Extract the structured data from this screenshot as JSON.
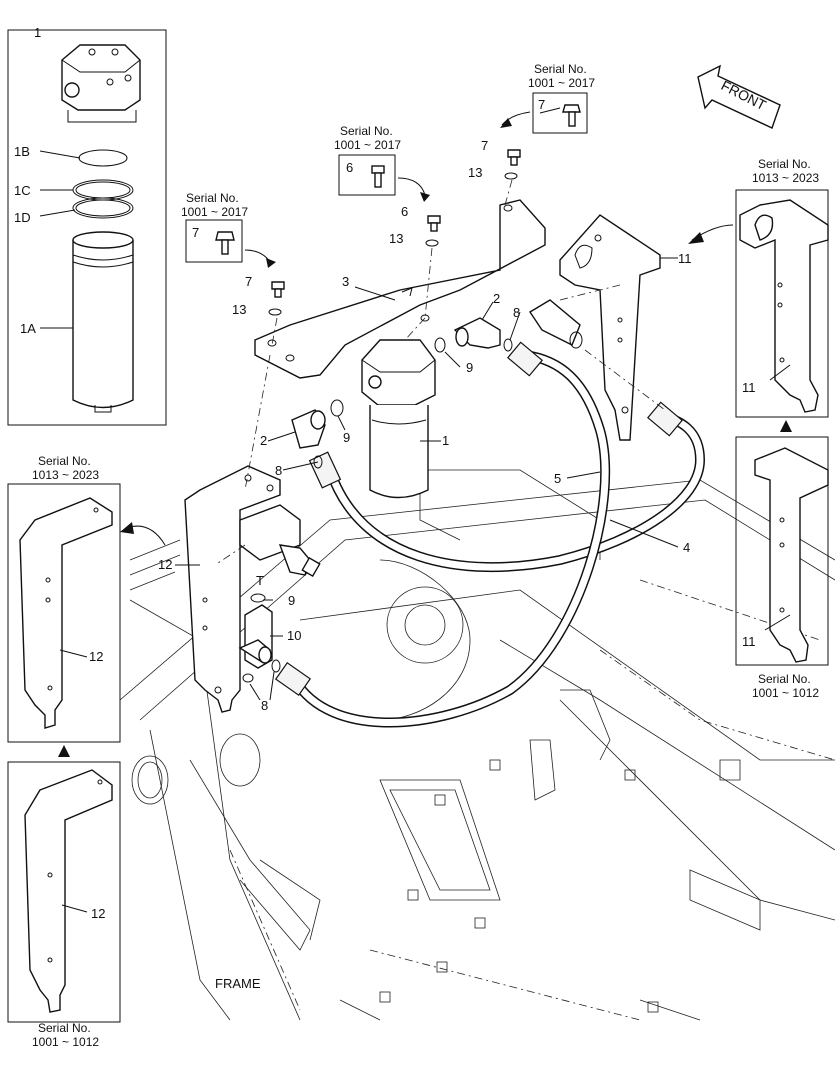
{
  "labels": {
    "p1": "1",
    "p1a": "1A",
    "p1b": "1B",
    "p1c": "1C",
    "p1d": "1D",
    "p2": "2",
    "p3": "3",
    "p4": "4",
    "p5": "5",
    "p6": "6",
    "p7": "7",
    "p8": "8",
    "p9": "9",
    "p10": "10",
    "p11": "11",
    "p12": "12",
    "p13": "13",
    "t": "T"
  },
  "serial": {
    "label": "Serial No.",
    "range_a": "1001 ~ 2017",
    "range_b": "1013 ~ 2023",
    "range_c": "1001 ~ 1012"
  },
  "front": "FRONT",
  "frame": "FRAME"
}
